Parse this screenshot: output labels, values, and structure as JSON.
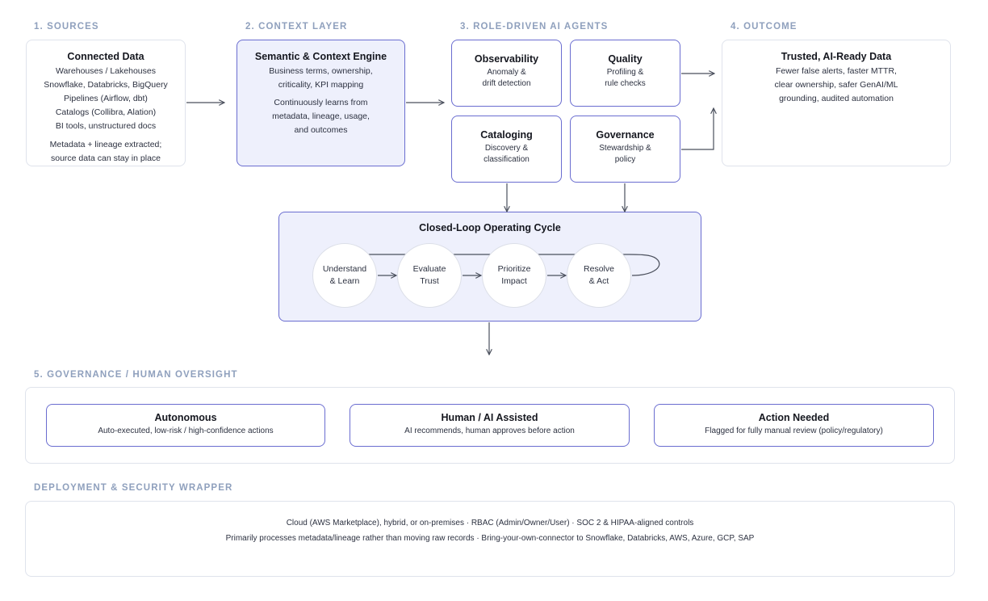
{
  "sections": {
    "sources": "1. SOURCES",
    "context": "2. CONTEXT LAYER",
    "agents": "3. ROLE-DRIVEN AI AGENTS",
    "outcome": "4. OUTCOME",
    "governance": "5. GOVERNANCE / HUMAN OVERSIGHT",
    "deployment": "DEPLOYMENT & SECURITY WRAPPER"
  },
  "sources": {
    "title": "Connected Data",
    "items": [
      "Warehouses / Lakehouses",
      "Snowflake, Databricks, BigQuery",
      "Pipelines (Airflow, dbt)",
      "Catalogs (Collibra, Alation)",
      "BI tools, unstructured docs"
    ],
    "note": [
      "Metadata + lineage extracted;",
      "source data can stay in place"
    ]
  },
  "context": {
    "title": "Semantic & Context Engine",
    "lines1": [
      "Business terms, ownership,",
      "criticality, KPI mapping"
    ],
    "lines2": [
      "Continuously learns from",
      "metadata, lineage, usage,",
      "and outcomes"
    ]
  },
  "agents": {
    "observability": {
      "title": "Observability",
      "lines": [
        "Anomaly &",
        "drift detection"
      ]
    },
    "quality": {
      "title": "Quality",
      "lines": [
        "Profiling &",
        "rule checks"
      ]
    },
    "cataloging": {
      "title": "Cataloging",
      "lines": [
        "Discovery &",
        "classification"
      ]
    },
    "governance": {
      "title": "Governance",
      "lines": [
        "Stewardship &",
        "policy"
      ]
    }
  },
  "outcome": {
    "title": "Trusted, AI-Ready Data",
    "lines": [
      "Fewer false alerts, faster MTTR,",
      "clear ownership, safer GenAI/ML",
      "grounding, audited automation"
    ]
  },
  "cycle": {
    "title": "Closed-Loop Operating Cycle",
    "steps": [
      [
        "Understand",
        "& Learn"
      ],
      [
        "Evaluate",
        "Trust"
      ],
      [
        "Prioritize",
        "Impact"
      ],
      [
        "Resolve",
        "& Act"
      ]
    ]
  },
  "oversight": [
    {
      "title": "Autonomous",
      "desc": "Auto-executed, low-risk / high-confidence actions"
    },
    {
      "title": "Human / AI Assisted",
      "desc": "AI recommends, human approves before action"
    },
    {
      "title": "Action Needed",
      "desc": "Flagged for fully manual review (policy/regulatory)"
    }
  ],
  "deployment": {
    "line1": "Cloud (AWS Marketplace), hybrid, or on-premises · RBAC (Admin/Owner/User) · SOC 2 & HIPAA-aligned controls",
    "line2": "Primarily processes metadata/lineage rather than moving raw records · Bring-your-own-connector to Snowflake, Databricks, AWS, Azure, GCP, SAP"
  },
  "colors": {
    "accent": "#6a6dd0",
    "fill": "#eef0fc",
    "label": "#8fa0bd",
    "border": "#dfe3ec",
    "arrow": "#4a4f5c"
  }
}
